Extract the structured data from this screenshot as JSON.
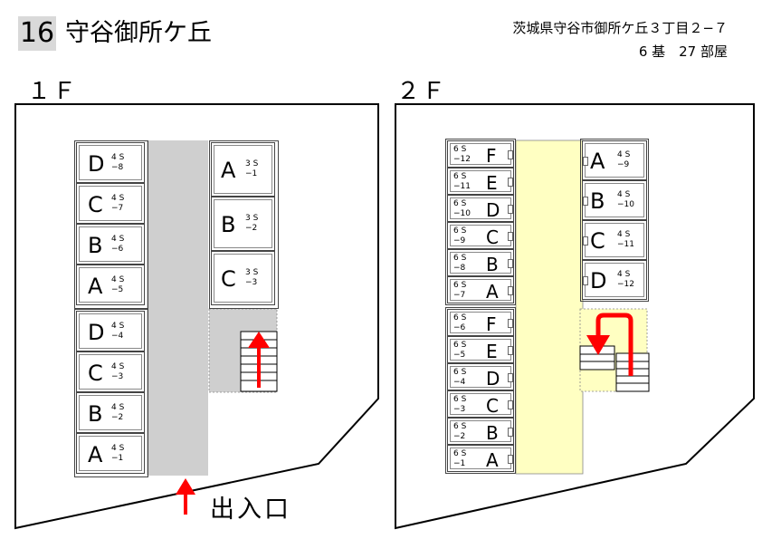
{
  "header": {
    "number": "16",
    "title": "守谷御所ケ丘",
    "address": "茨城県守谷市御所ケ丘３丁目２−７",
    "count": "6 基　27 部屋"
  },
  "floors": {
    "f1": {
      "label": "１Ｆ",
      "entrance_label": "出入口",
      "left_upper": [
        {
          "letter": "D",
          "size": "4 S",
          "num": "−8"
        },
        {
          "letter": "C",
          "size": "4 S",
          "num": "−7"
        },
        {
          "letter": "B",
          "size": "4 S",
          "num": "−6"
        },
        {
          "letter": "A",
          "size": "4 S",
          "num": "−5"
        }
      ],
      "left_lower": [
        {
          "letter": "D",
          "size": "4 S",
          "num": "−4"
        },
        {
          "letter": "C",
          "size": "4 S",
          "num": "−3"
        },
        {
          "letter": "B",
          "size": "4 S",
          "num": "−2"
        },
        {
          "letter": "A",
          "size": "4 S",
          "num": "−1"
        }
      ],
      "right": [
        {
          "letter": "A",
          "size": "3 S",
          "num": "−1"
        },
        {
          "letter": "B",
          "size": "3 S",
          "num": "−2"
        },
        {
          "letter": "C",
          "size": "3 S",
          "num": "−3"
        }
      ]
    },
    "f2": {
      "label": "２Ｆ",
      "left_upper": [
        {
          "letter": "F",
          "size": "6 S",
          "num": "−12"
        },
        {
          "letter": "E",
          "size": "6 S",
          "num": "−11"
        },
        {
          "letter": "D",
          "size": "6 S",
          "num": "−10"
        },
        {
          "letter": "C",
          "size": "6 S",
          "num": "−9"
        },
        {
          "letter": "B",
          "size": "6 S",
          "num": "−8"
        },
        {
          "letter": "A",
          "size": "6 S",
          "num": "−7"
        }
      ],
      "left_lower": [
        {
          "letter": "F",
          "size": "6 S",
          "num": "−6"
        },
        {
          "letter": "E",
          "size": "6 S",
          "num": "−5"
        },
        {
          "letter": "D",
          "size": "6 S",
          "num": "−4"
        },
        {
          "letter": "C",
          "size": "6 S",
          "num": "−3"
        },
        {
          "letter": "B",
          "size": "6 S",
          "num": "−2"
        },
        {
          "letter": "A",
          "size": "6 S",
          "num": "−1"
        }
      ],
      "right": [
        {
          "letter": "A",
          "size": "4 S",
          "num": "−9"
        },
        {
          "letter": "B",
          "size": "4 S",
          "num": "−10"
        },
        {
          "letter": "C",
          "size": "4 S",
          "num": "−11"
        },
        {
          "letter": "D",
          "size": "4 S",
          "num": "−12"
        }
      ]
    }
  },
  "colors": {
    "corridor_1f": "#cfcfcf",
    "corridor_2f": "#ffffc2",
    "arrow": "#ff0000"
  }
}
